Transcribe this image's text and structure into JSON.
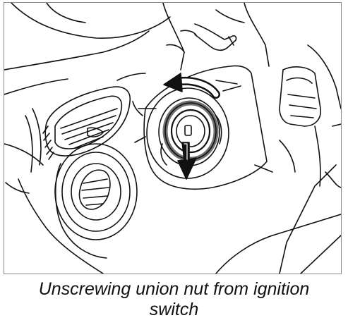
{
  "figure": {
    "caption_line1": "Unscrewing union nut from ignition",
    "caption_line2": "switch",
    "colors": {
      "line": "#111111",
      "frame": "#8a8a8a",
      "arrow_fill": "#111111",
      "nut_shade": "#6f6f6f"
    },
    "icons": {
      "rotation_arrow": "curved-arrow-counterclockwise",
      "removal_arrow": "down-arrow"
    }
  }
}
